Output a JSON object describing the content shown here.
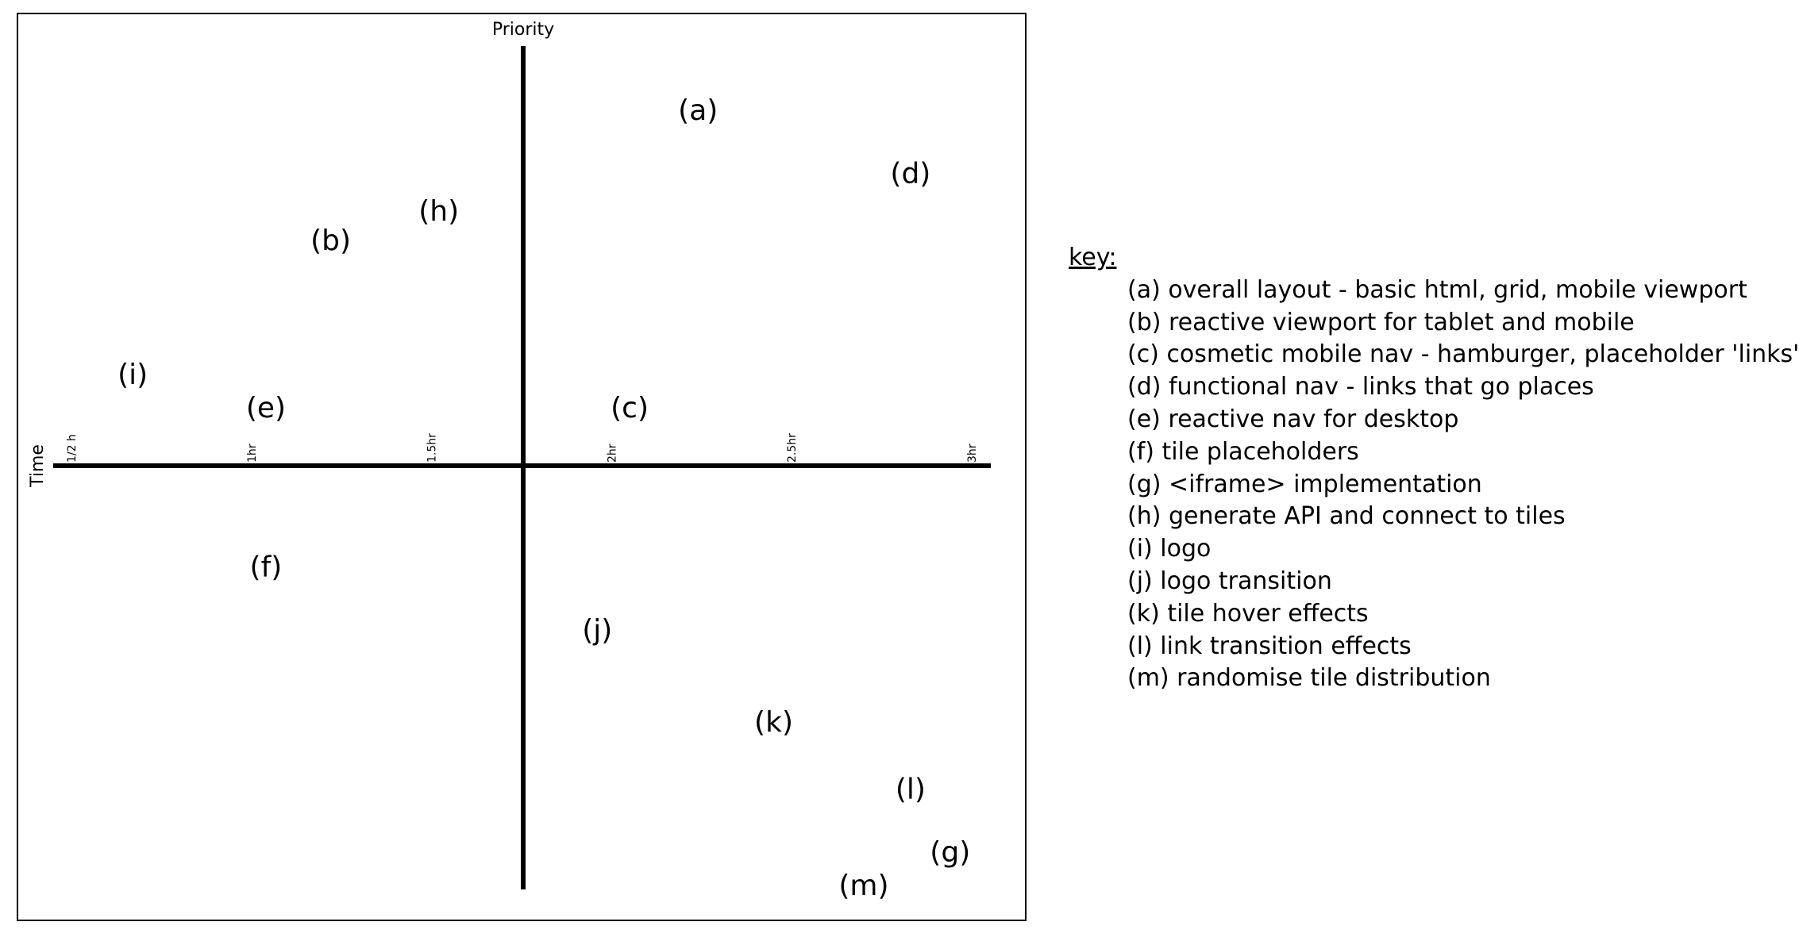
{
  "chart_data": {
    "type": "scatter",
    "xlabel": "Time",
    "ylabel": "Priority",
    "x_ticks": [
      "1/2 h",
      "1hr",
      "1.5hr",
      "2hr",
      "2.5hr",
      "3hr"
    ],
    "xlim": [
      0.5,
      3.0
    ],
    "points": [
      {
        "label": "(a)",
        "time_hr": 2.24,
        "priority": 0.85
      },
      {
        "label": "(b)",
        "time_hr": 1.22,
        "priority": 0.54
      },
      {
        "label": "(c)",
        "time_hr": 2.05,
        "priority": 0.14
      },
      {
        "label": "(d)",
        "time_hr": 2.83,
        "priority": 0.7
      },
      {
        "label": "(e)",
        "time_hr": 1.04,
        "priority": 0.14
      },
      {
        "label": "(f)",
        "time_hr": 1.04,
        "priority": -0.24
      },
      {
        "label": "(g)",
        "time_hr": 2.94,
        "priority": -0.92
      },
      {
        "label": "(h)",
        "time_hr": 1.52,
        "priority": 0.61
      },
      {
        "label": "(i)",
        "time_hr": 0.67,
        "priority": 0.22
      },
      {
        "label": "(j)",
        "time_hr": 1.96,
        "priority": -0.39
      },
      {
        "label": "(k)",
        "time_hr": 2.45,
        "priority": -0.61
      },
      {
        "label": "(l)",
        "time_hr": 2.83,
        "priority": -0.77
      },
      {
        "label": "(m)",
        "time_hr": 2.7,
        "priority": -1.0
      }
    ],
    "grid": false,
    "legend": "right"
  },
  "key": {
    "title": "key:",
    "items": [
      "(a) overall layout - basic html, grid, mobile viewport",
      "(b) reactive viewport for tablet and mobile",
      "(c) cosmetic mobile nav - hamburger, placeholder 'links'",
      "(d) functional nav - links that go places",
      "(e) reactive nav for desktop",
      "(f) tile placeholders",
      "(g) <iframe> implementation",
      "(h) generate API and connect to tiles",
      "(i) logo",
      "(j) logo transition",
      "(k) tile hover effects",
      "(l) link transition effects",
      "(m) randomise tile distribution"
    ]
  }
}
